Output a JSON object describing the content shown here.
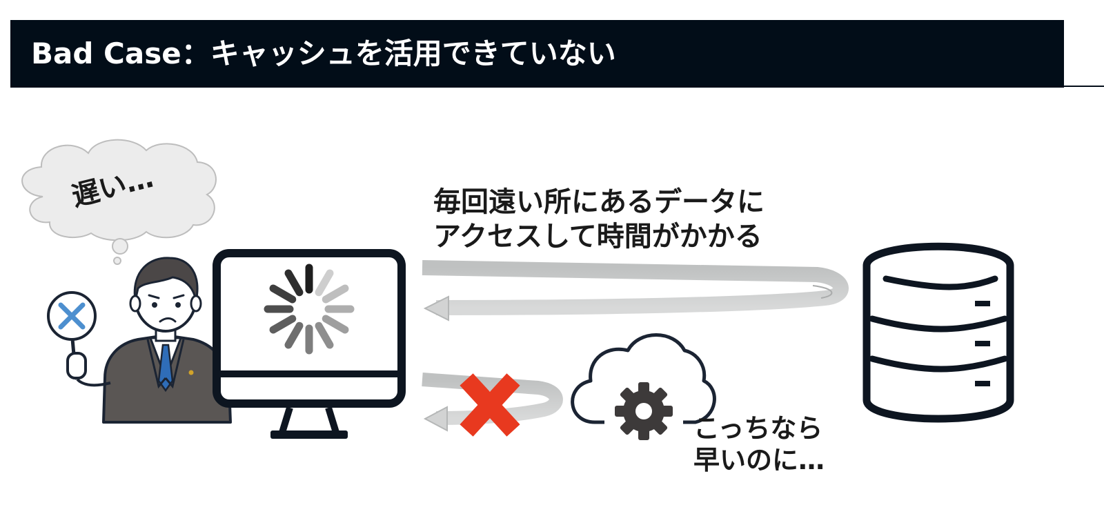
{
  "slide": {
    "title": "Bad Case：キャッシュを活用できていない"
  },
  "labels": {
    "thought_bubble": "遅い…",
    "remote_access_line1": "毎回遠い所にあるデータに",
    "remote_access_line2": "アクセスして時間がかかる",
    "cache_note_line1": "こっちなら",
    "cache_note_line2": "早いのに…"
  },
  "icons": {
    "person": "businessman-holding-x-sign-icon",
    "monitor": "desktop-monitor-loading-icon",
    "database": "database-cylinder-icon",
    "cloud": "cloud-gear-icon",
    "blocked": "red-x-mark-icon"
  },
  "colors": {
    "title_background": "#020d18",
    "title_text": "#ffffff",
    "outline": "#1b2433",
    "arrow": "#c4c6c6",
    "blocked_mark": "#e8391f",
    "sign_mark": "#4d8fcf",
    "suit": "#5a5654",
    "tie": "#2f6db8"
  }
}
